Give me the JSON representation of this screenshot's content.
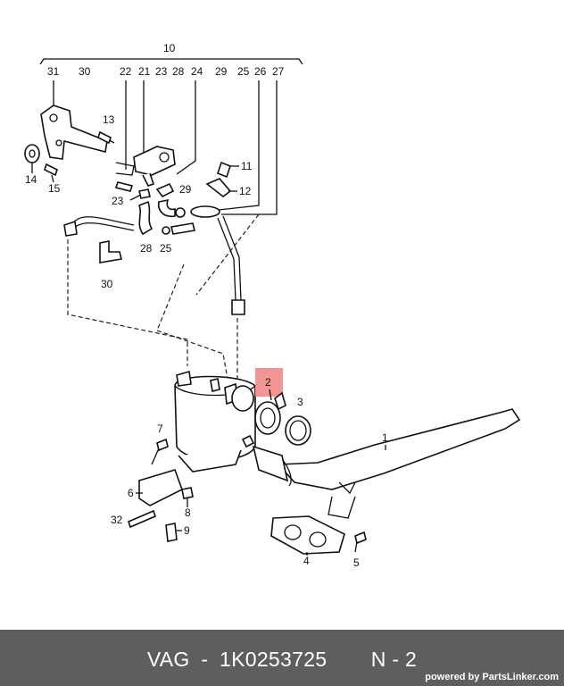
{
  "diagram": {
    "group_label": "10",
    "top_labels": [
      "31",
      "30",
      "22",
      "21",
      "23",
      "28",
      "24",
      "29",
      "25",
      "26",
      "27"
    ],
    "side_labels": {
      "l13": "13",
      "l14": "14",
      "l15": "15",
      "l23": "23",
      "l28": "28",
      "l25": "25",
      "l29": "29",
      "l11": "11",
      "l12": "12",
      "l30": "30",
      "l1": "1",
      "l2": "2",
      "l3": "3",
      "l4": "4",
      "l5": "5",
      "l6": "6",
      "l7": "7",
      "l8": "8",
      "l9": "9",
      "l32": "32"
    },
    "highlight_color": "#f08a8a"
  },
  "footer": {
    "brand": "VAG",
    "separator": "-",
    "part_number": "1K0253725",
    "position_label": "N - 2",
    "credit": "powered by PartsLinker.com"
  }
}
